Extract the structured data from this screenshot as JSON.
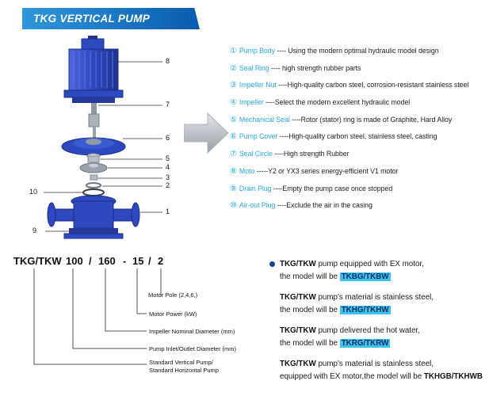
{
  "header": {
    "title": "TKG VERTICAL PUMP"
  },
  "accent_colors": {
    "banner_blue": "#0b5cb0",
    "list_cyan": "#29a9e0",
    "chip_cyan": "#3ec1ec",
    "pump_blue": "#2c49c0"
  },
  "parts_list": [
    {
      "num": "①",
      "name": "Pump Body",
      "desc": "---- Using the modern optimal hydraulic model design"
    },
    {
      "num": "②",
      "name": "Seal Ring",
      "desc": "---- high strength rubber parts"
    },
    {
      "num": "③",
      "name": "Impeller Nut",
      "desc": "----High-quality carbon steel, corrosion-resistant stainless steel"
    },
    {
      "num": "④",
      "name": "Impeller",
      "desc": "----Select the modern excellent hydraulic model"
    },
    {
      "num": "⑤",
      "name": "Mechanical Seal",
      "desc": "----Rotor (stator) ring is made of Graphite, Hard Alloy"
    },
    {
      "num": "⑥",
      "name": "Pump Cover",
      "desc": "----High-quality carbon steel, stainless steel, casting"
    },
    {
      "num": "⑦",
      "name": "Seal Circle",
      "desc": "----High strength Rubber"
    },
    {
      "num": "⑧",
      "name": "Moto",
      "desc": "-----Y2 or YX3 series energy-efficient V1 motor"
    },
    {
      "num": "⑨",
      "name": "Drain Plug",
      "desc": "----Empty the pump case once stopped"
    },
    {
      "num": "⑩",
      "name": "Air-out Plug",
      "desc": "----Exclude the air in the casing"
    }
  ],
  "diagram": {
    "callouts": [
      "8",
      "7",
      "6",
      "5",
      "4",
      "3",
      "2",
      "10",
      "1",
      "9"
    ]
  },
  "model_code": {
    "segments": [
      "TKG/TKW",
      "100",
      "/",
      "160",
      "-",
      "15",
      "/",
      "2"
    ],
    "labels": [
      "Motor Pole (2,4,6,)",
      "Motor Power  (kW)",
      "Impeller Nominal Diameter (mm)",
      "Pump Inlet/Outlet Diameter (mm)",
      "Standard Vertical Pump/",
      "Standard  Horizontal Pump"
    ]
  },
  "notes": [
    {
      "bold": "TKG/TKW",
      "rest": " pump equipped with EX motor,",
      "line2": "the model will be ",
      "model": "TKBG/TKBW"
    },
    {
      "bold": "TKG/TKW",
      "rest": " pump's material is stainless steel,",
      "line2": "the model will be ",
      "model": "TKHG/TKHW"
    },
    {
      "bold": "TKG/TKW",
      "rest": " pump delivered the hot water,",
      "line2": "the model will be ",
      "model": "TKRG/TKRW"
    },
    {
      "bold": "TKG/TKW",
      "rest": " pump's material is stainless steel,",
      "line2": "equipped with EX motor,the model will be ",
      "model": "TKHGB/TKHWB"
    }
  ]
}
